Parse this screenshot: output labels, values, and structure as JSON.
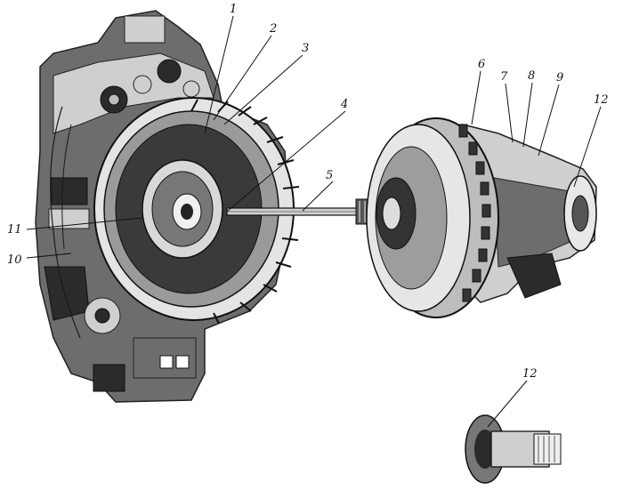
{
  "callouts": [
    "1",
    "2",
    "3",
    "4",
    "5",
    "6",
    "7",
    "8",
    "9",
    "12",
    "11",
    "10",
    "12"
  ],
  "colors": {
    "ink": "#1a1a1a",
    "paper": "#ffffff",
    "shade": "#6d6d6d"
  }
}
